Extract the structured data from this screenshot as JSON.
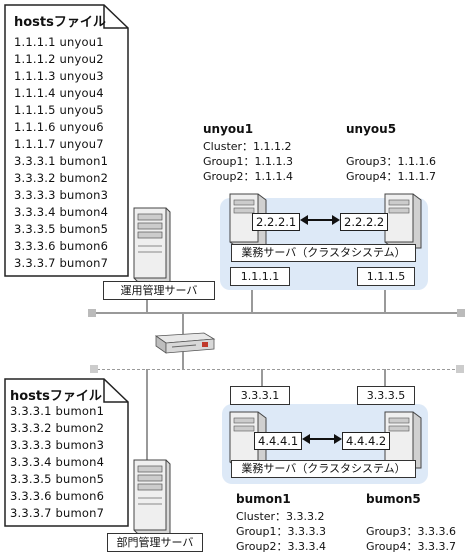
{
  "hosts_top": {
    "title": "hostsファイル",
    "lines": [
      "1.1.1.1 unyou1",
      "1.1.1.2 unyou2",
      "1.1.1.3 unyou3",
      "1.1.1.4 unyou4",
      "1.1.1.5 unyou5",
      "1.1.1.6 unyou6",
      "1.1.1.7 unyou7",
      "3.3.3.1 bumon1",
      "3.3.3.2 bumon2",
      "3.3.3.3 bumon3",
      "3.3.3.4 bumon4",
      "3.3.3.5 bumon5",
      "3.3.3.6 bumon6",
      "3.3.3.7 bumon7"
    ]
  },
  "hosts_bottom": {
    "title": "hostsファイル",
    "lines": [
      "3.3.3.1 bumon1",
      "3.3.3.2 bumon2",
      "3.3.3.3 bumon3",
      "3.3.3.4 bumon4",
      "3.3.3.5 bumon5",
      "3.3.3.6 bumon6",
      "3.3.3.7 bumon7"
    ]
  },
  "mgmt_server_top": "運用管理サーバ",
  "mgmt_server_bottom": "部門管理サーバ",
  "cluster_top": {
    "label": "業務サーバ（クラスタシステム）",
    "hb_left": "2.2.2.1",
    "hb_right": "2.2.2.2",
    "ip_left": "1.1.1.1",
    "ip_right": "1.1.1.5",
    "left_name": "unyou1",
    "left_info": [
      "Cluster：1.1.1.2",
      "Group1：1.1.1.3",
      "Group2：1.1.1.4"
    ],
    "right_name": "unyou5",
    "right_info": [
      "Group3：1.1.1.6",
      "Group4：1.1.1.7"
    ]
  },
  "cluster_bottom": {
    "label": "業務サーバ（クラスタシステム）",
    "hb_left": "4.4.4.1",
    "hb_right": "4.4.4.2",
    "ip_left": "3.3.3.1",
    "ip_right": "3.3.3.5",
    "left_name": "bumon1",
    "left_info": [
      "Cluster：3.3.3.2",
      "Group1：3.3.3.3",
      "Group2：3.3.3.4"
    ],
    "right_name": "bumon5",
    "right_info": [
      "Group3：3.3.3.6",
      "Group4：3.3.3.7"
    ]
  }
}
